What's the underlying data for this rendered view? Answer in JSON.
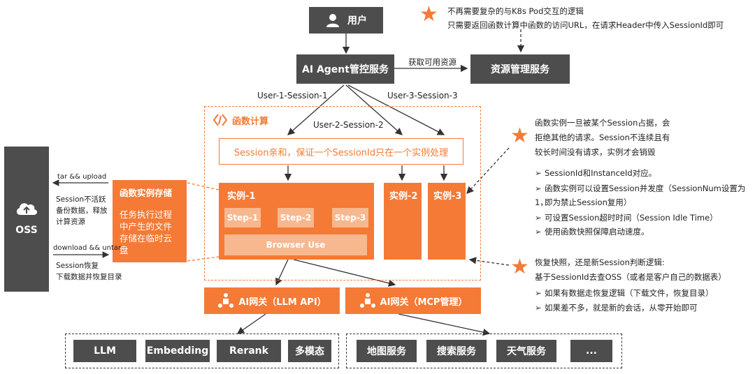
{
  "top": {
    "user": "用户",
    "agent": "AI Agent管控服务",
    "resource": "资源管理服务",
    "get_resource": "获取可用资源",
    "star_note_1": "不再需要复杂的与K8s Pod交互的逻辑",
    "star_note_2": "只需要返回函数计算中函数的访问URL，在请求Header中传入SessionId即可"
  },
  "sessions": [
    "User-1-Session-1",
    "User-2-Session-2",
    "User-3-Session-3"
  ],
  "fc": {
    "title": "函数计算",
    "affinity": "Session亲和，保证一个SessionId只在一个实例处理",
    "instance1": "实例-1",
    "instance2": "实例-2",
    "instance3": "实例-3",
    "steps": [
      "Step-1",
      "Step-2",
      "Step-3"
    ],
    "browser": "Browser Use"
  },
  "storage": {
    "title": "函数实例存储",
    "desc": "任务执行过程中产生的文件存储在临时云盘"
  },
  "oss": {
    "label": "OSS",
    "upload": "tar && upload",
    "upload_note": [
      "Session不活跃",
      "备份数据，释放",
      "计算资源"
    ],
    "download": "download && untar",
    "download_note": [
      "Session恢复",
      "下载数据并恢复目录"
    ]
  },
  "right_note_1": {
    "lines": [
      "函数实例一旦被某个Session占据，会",
      "拒绝其他的请求。Session不连续且有",
      "较长时间没有请求，实例才会销毁"
    ],
    "bullets": [
      "SessionId和InstanceId对应。",
      "函数实例可以设置Session并发度（SessionNum设置为1，",
      "即为禁止Session复用）",
      "可设置Session超时时间（Session Idle Time）",
      "使用函数快照保障启动速度。"
    ]
  },
  "right_note_2": {
    "lines": [
      "恢复快照，还是新Session判断逻辑:",
      "基于SessionId去查OSS（或者是客户自己的数据表）"
    ],
    "bullets": [
      "如果有数据走恢复逻辑（下载文件，恢复目录）",
      "如果差不多，就是新的会话，从零开始即可"
    ]
  },
  "gateways": {
    "llm": "AI网关（LLM API）",
    "mcp": "AI网关（MCP管理）"
  },
  "llm_services": [
    "LLM",
    "Embedding",
    "Rerank",
    "多模态"
  ],
  "mcp_services": [
    "地图服务",
    "搜索服务",
    "天气服务",
    "..."
  ],
  "colors": {
    "accent": "#f47a36",
    "dark": "#4d4d4d",
    "light": "#f8b88f"
  },
  "icons": {
    "user": "person-icon",
    "oss": "cloud-upload-icon",
    "fc": "function-compute-icon",
    "gateway": "gateway-icon",
    "star": "star-icon",
    "bullet": "arrow-bullet-icon"
  }
}
